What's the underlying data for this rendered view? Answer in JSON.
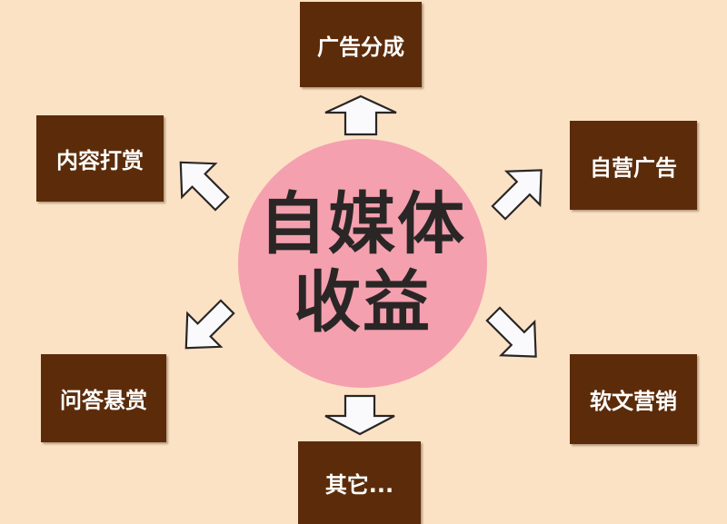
{
  "center": {
    "line1": "自媒体",
    "line2": "收益"
  },
  "nodes": [
    {
      "id": "top",
      "label": "广告分成"
    },
    {
      "id": "top-left",
      "label": "内容打赏"
    },
    {
      "id": "top-right",
      "label": "自营广告"
    },
    {
      "id": "bottom-left",
      "label": "问答悬赏"
    },
    {
      "id": "bottom-right",
      "label": "软文营销"
    },
    {
      "id": "bottom",
      "label": "其它..."
    }
  ],
  "colors": {
    "background": "#FCE2C5",
    "box": "#5C2C0A",
    "circle": "#F4A0AF",
    "arrow_fill": "#FFFFFF",
    "arrow_stroke": "#2A2626"
  }
}
